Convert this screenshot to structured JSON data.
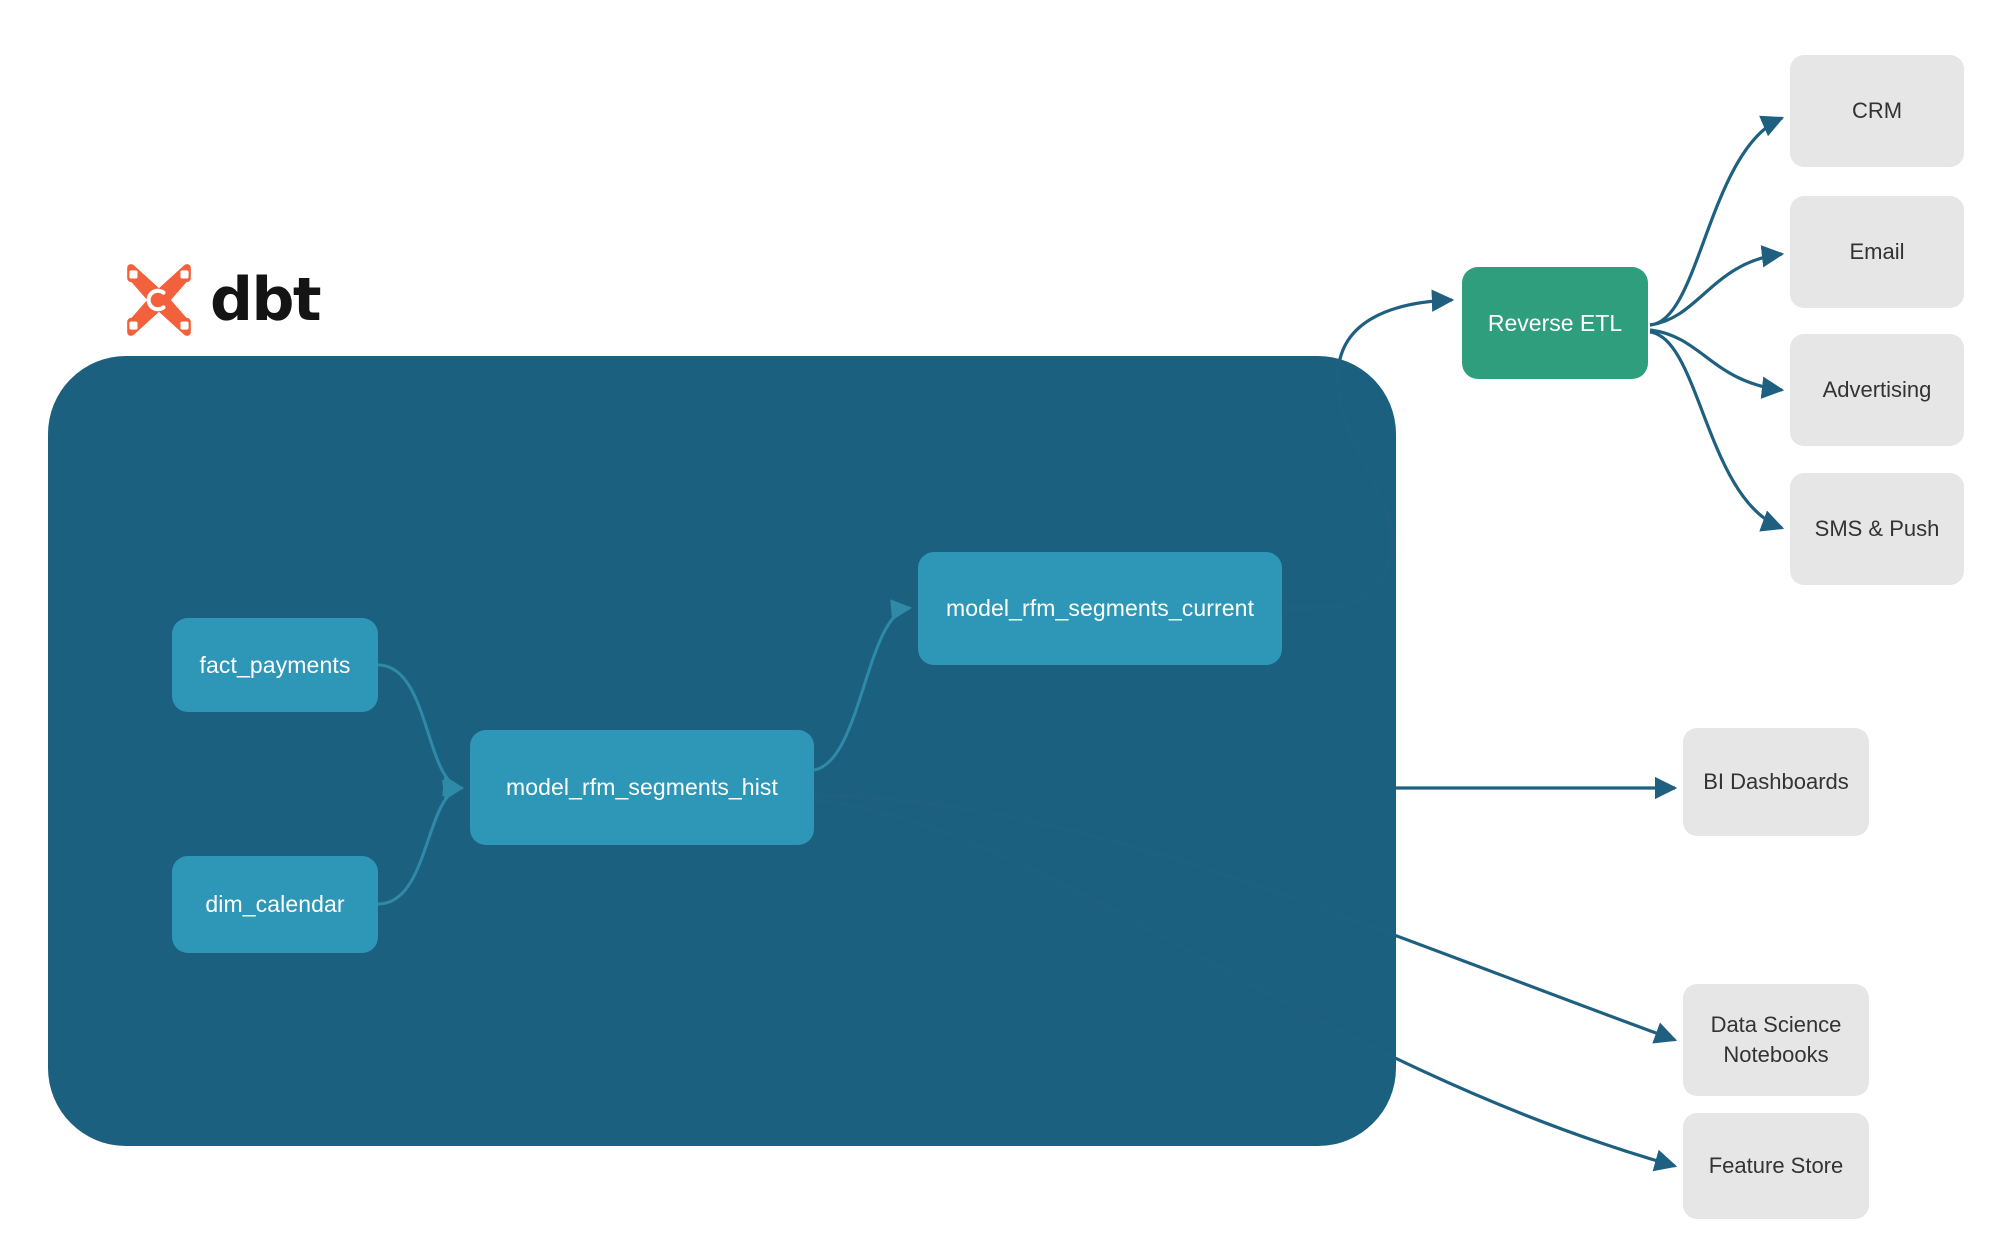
{
  "logo": {
    "mark_name": "dbt-logo-mark",
    "wordmark": "dbt",
    "mark_color": "#F2603C"
  },
  "colors": {
    "canvas": "#FFFFFF",
    "project_container": "#1C6080",
    "model_node": "#2E97B8",
    "model_node_text": "#FFFFFF",
    "reverse_etl_node": "#2E9E7C",
    "destination_node": "#E6E6E6",
    "destination_node_text": "#333333",
    "inner_edge": "#2E8AA6",
    "outer_edge": "#1F6080"
  },
  "project": {
    "container_name": "dbt-project-boundary",
    "models": [
      {
        "id": "fact_payments",
        "label": "fact_payments"
      },
      {
        "id": "dim_calendar",
        "label": "dim_calendar"
      },
      {
        "id": "model_rfm_segments_hist",
        "label": "model_rfm_segments_hist"
      },
      {
        "id": "model_rfm_segments_current",
        "label": "model_rfm_segments_current"
      }
    ]
  },
  "activation": {
    "hub": {
      "id": "reverse_etl",
      "label": "Reverse ETL"
    },
    "destinations": [
      {
        "id": "crm",
        "label": "CRM"
      },
      {
        "id": "email",
        "label": "Email"
      },
      {
        "id": "advertising",
        "label": "Advertising"
      },
      {
        "id": "sms_push",
        "label": "SMS & Push"
      }
    ]
  },
  "consumers": [
    {
      "id": "bi_dashboards",
      "label": "BI Dashboards"
    },
    {
      "id": "ds_notebooks",
      "label": "Data Science\nNotebooks",
      "line1": "Data Science",
      "line2": "Notebooks"
    },
    {
      "id": "feature_store",
      "label": "Feature Store"
    }
  ],
  "edges": [
    {
      "from": "fact_payments",
      "to": "model_rfm_segments_hist",
      "style": "inner"
    },
    {
      "from": "dim_calendar",
      "to": "model_rfm_segments_hist",
      "style": "inner"
    },
    {
      "from": "model_rfm_segments_hist",
      "to": "model_rfm_segments_current",
      "style": "inner"
    },
    {
      "from": "model_rfm_segments_current",
      "to": "reverse_etl",
      "style": "outer"
    },
    {
      "from": "model_rfm_segments_hist",
      "to": "bi_dashboards",
      "style": "outer"
    },
    {
      "from": "model_rfm_segments_hist",
      "to": "ds_notebooks",
      "style": "outer"
    },
    {
      "from": "model_rfm_segments_hist",
      "to": "feature_store",
      "style": "outer"
    },
    {
      "from": "reverse_etl",
      "to": "crm",
      "style": "outer"
    },
    {
      "from": "reverse_etl",
      "to": "email",
      "style": "outer"
    },
    {
      "from": "reverse_etl",
      "to": "advertising",
      "style": "outer"
    },
    {
      "from": "reverse_etl",
      "to": "sms_push",
      "style": "outer"
    }
  ]
}
